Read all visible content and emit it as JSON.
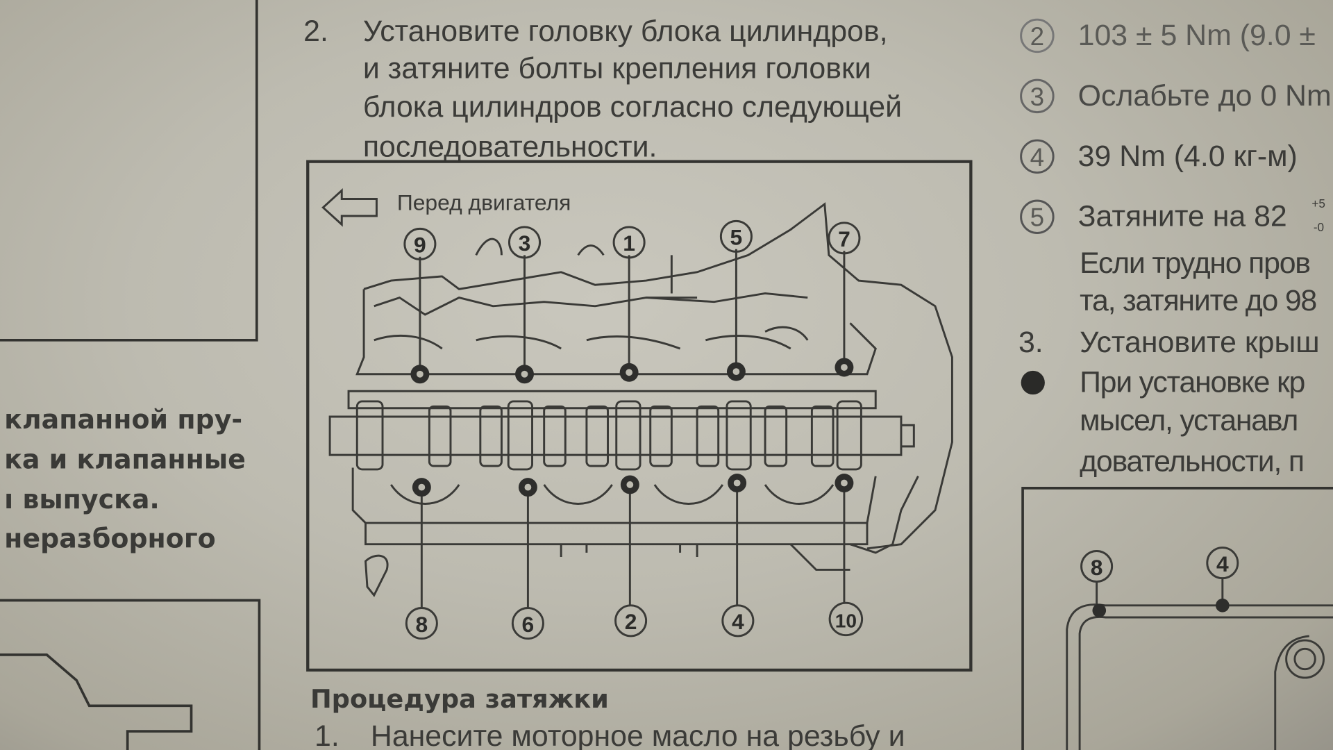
{
  "step2": {
    "number": "2.",
    "lines": [
      "Установите головку блока цилиндров,",
      "и затяните болты крепления головки",
      "блока цилиндров согласно следующей",
      "последовательности."
    ]
  },
  "diagram": {
    "front_label": "Перед двигателя",
    "top_bolts": [
      "9",
      "3",
      "1",
      "5",
      "7"
    ],
    "bottom_bolts": [
      "8",
      "6",
      "2",
      "4",
      "10"
    ]
  },
  "tightening_procedure": {
    "heading": "Процедура затяжки",
    "step1_number": "1.",
    "step1_text": "Нанесите моторное масло на резьбу и"
  },
  "right_column": {
    "steps": [
      {
        "num": "2",
        "text": "103 ± 5 Nm (9.0 ±"
      },
      {
        "num": "3",
        "text": "Ослабьте до 0 Nm"
      },
      {
        "num": "4",
        "text": "39 Nm (4.0 кг-м)"
      },
      {
        "num": "5",
        "text": "Затяните на 82",
        "sup": "+5",
        "sub": "-0"
      }
    ],
    "note_lines": [
      "Если трудно пров",
      "та, затяните до 98"
    ],
    "step3_number": "3.",
    "step3_text": "Установите крыш",
    "bullet_lines": [
      "При установке кр",
      "мысел, устанавл",
      "довательности, п"
    ],
    "figure_bolts": [
      "8",
      "4"
    ]
  },
  "left_column": {
    "lines": [
      "клапанной пру-",
      "ка и клапанные",
      "ı выпуска.",
      "неразборного"
    ]
  }
}
